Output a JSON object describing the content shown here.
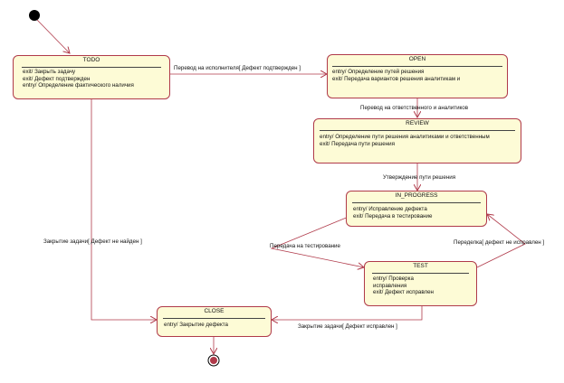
{
  "states": {
    "todo": {
      "name": "TODO",
      "actions": [
        "exit/ Закрыть задачу",
        "exit/ Дефект подтвержден",
        "entry/ Определение фактического наличия"
      ]
    },
    "open": {
      "name": "OPEN",
      "actions": [
        "entry/ Определение путей решения",
        "exit/ Передача вариантов решения аналитикам и"
      ]
    },
    "review": {
      "name": "REVIEW",
      "actions": [
        "entry/ Определение пути решения аналитиками и ответственным",
        "exit/ Передача пути решения"
      ]
    },
    "in_progress": {
      "name": "IN_PROGRESS",
      "actions": [
        "entry/ Исправление дефекта",
        "exit/ Передача в тестирование"
      ]
    },
    "test": {
      "name": "TEST",
      "actions": [
        "entry/ Проверка",
        "исправления",
        "exit/ Дефект исправлен"
      ]
    },
    "close": {
      "name": "CLOSE",
      "actions": [
        "entry/ Закрытие дефекта"
      ]
    }
  },
  "transitions": {
    "todo_open": "Перевод на исполнителя[ Дефект подтвержден ]",
    "open_review": "Перевод на ответственного и аналитиков",
    "review_progress": "Утверждение пути решения",
    "progress_test": "Передача на тестирование",
    "test_progress": "Переделка[ дефект не исправлен ]",
    "todo_close": "Закрытие задачи[ Дефект не найден ]",
    "test_close": "Закрытие задачи[ Дефект исправлен ]"
  },
  "colors": {
    "state_fill": "#fdfbd6",
    "state_border": "#b03a4a",
    "arrow": "#b03a4a",
    "pseudo_state": "#000000"
  }
}
